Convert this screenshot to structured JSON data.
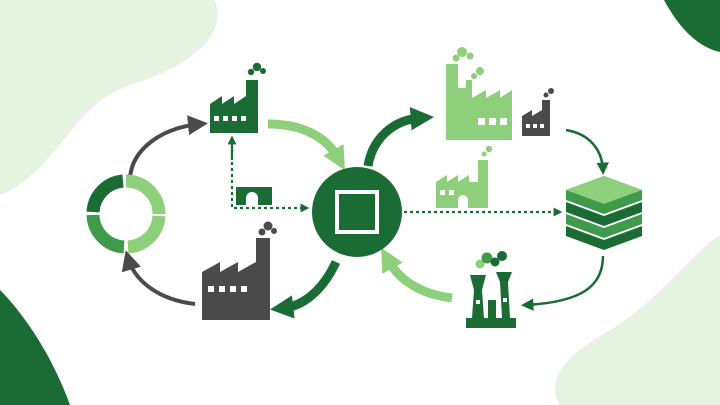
{
  "colors": {
    "dark_green": "#1a6b34",
    "mid_green": "#3f9a4c",
    "light_green": "#8dcf7a",
    "pale_green": "#e7f3e1",
    "grey": "#4a4a4a",
    "white": "#ffffff"
  },
  "diagram": {
    "nodes": [
      {
        "name": "recycle-ring-icon",
        "icon": "ring"
      },
      {
        "name": "factory-top-left-icon",
        "icon": "factory"
      },
      {
        "name": "building-small-icon",
        "icon": "building"
      },
      {
        "name": "factory-bottom-left-icon",
        "icon": "factory"
      },
      {
        "name": "hub-node",
        "icon": "square-in-circle"
      },
      {
        "name": "factory-top-right-large-icon",
        "icon": "factory"
      },
      {
        "name": "factory-top-right-small-icon",
        "icon": "factory"
      },
      {
        "name": "factory-middle-right-icon",
        "icon": "factory"
      },
      {
        "name": "layer-stack-icon",
        "icon": "stacked-layers"
      },
      {
        "name": "power-plant-icon",
        "icon": "cooling-tower"
      }
    ],
    "edges": [
      {
        "name": "arrow-ring-to-top-factory",
        "style": "solid-grey"
      },
      {
        "name": "arrow-bottom-factory-to-ring",
        "style": "solid-grey"
      },
      {
        "name": "arrow-top-factory-to-hub",
        "style": "solid-light-green"
      },
      {
        "name": "arrow-hub-to-bottom-factory",
        "style": "solid-dark-green"
      },
      {
        "name": "arrow-hub-to-top-right-factory",
        "style": "solid-dark-green"
      },
      {
        "name": "arrow-power-plant-to-hub",
        "style": "solid-light-green"
      },
      {
        "name": "arrow-small-factory-to-layers",
        "style": "solid-dark-green"
      },
      {
        "name": "arrow-layers-to-power-plant",
        "style": "solid-dark-green"
      },
      {
        "name": "dotted-factory-to-hub",
        "style": "dotted-dark-green"
      },
      {
        "name": "dotted-hub-to-layers",
        "style": "dotted-dark-green"
      }
    ]
  }
}
